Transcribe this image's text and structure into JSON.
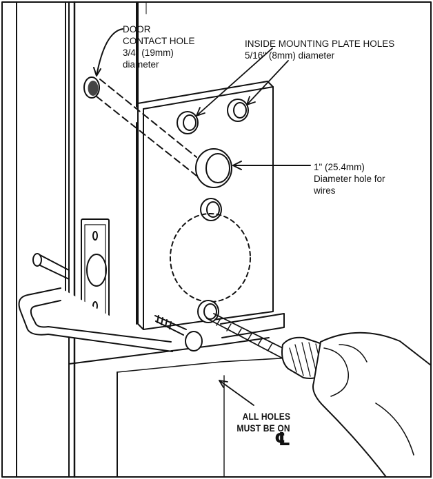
{
  "labels": {
    "door_contact": [
      "DOOR",
      "CONTACT HOLE",
      "3/4\" (19mm)",
      "diameter"
    ],
    "plate_holes": [
      "INSIDE MOUNTING PLATE HOLES",
      "5/16\" (8mm) diameter"
    ],
    "wire_hole": [
      "1\" (25.4mm)",
      "Diameter hole for",
      "wires"
    ],
    "holes_note": [
      "ALL HOLES",
      "MUST BE ON"
    ],
    "centerline_symbol": "℄"
  },
  "colors": {
    "ink": "#111111",
    "contact_hole_fill": "#444444",
    "background": "#ffffff"
  }
}
